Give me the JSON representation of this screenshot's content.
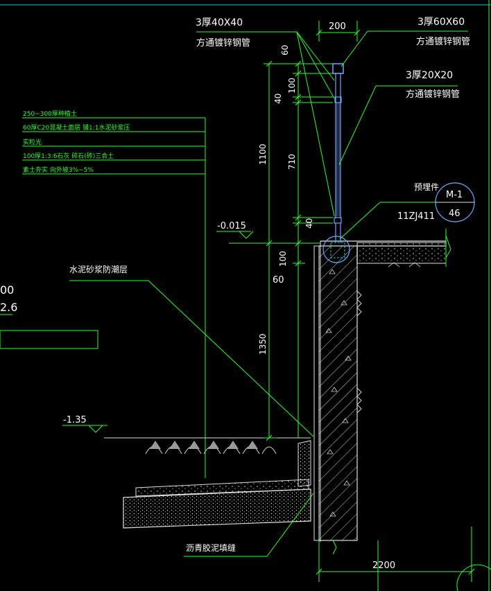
{
  "callouts": {
    "top_left_line1": "3厚40X40",
    "top_left_line2": "方通镀锌钢管",
    "top_right_line1": "3厚60X60",
    "top_right_line2": "方通镀锌钢管",
    "mid_right_line1": "3厚20X20",
    "mid_right_line2": "方通镀锌钢管",
    "embedded_label": "预埋件",
    "std_ref": "11ZJ411",
    "detail_num": "M-1",
    "detail_sheet": "46",
    "mortar_layer": "水泥砂浆防潮层",
    "asphalt_joint": "沥青胶泥填缝"
  },
  "layers": [
    "250~300厚种植土",
    "60厚C20混凝土面层 铺1:1水泥砂浆压",
    "实粒光",
    "100厚1:3:6石灰 碎石(砖)三合土",
    "素土夯实 向外坡3%~5%"
  ],
  "elevations": {
    "upper": "-0.015",
    "lower": "-1.35"
  },
  "dimensions": {
    "top_width": "200",
    "d60_top": "60",
    "d100": "100",
    "d40_upper": "40",
    "d710": "710",
    "d40_lower": "40",
    "d1100": "1100",
    "d100_mid": "100",
    "d60_mid": "60",
    "d1350": "1350",
    "bottom_width": "2200"
  },
  "partial_left": {
    "line1": "00",
    "line2": "2.6"
  },
  "colors": {
    "background": "#000000",
    "linework": "#2bff2b",
    "text": "#ffffff",
    "outline": "#e8e8e8",
    "rail": "#6fa8ff",
    "frame_top": "#00c8c8"
  }
}
